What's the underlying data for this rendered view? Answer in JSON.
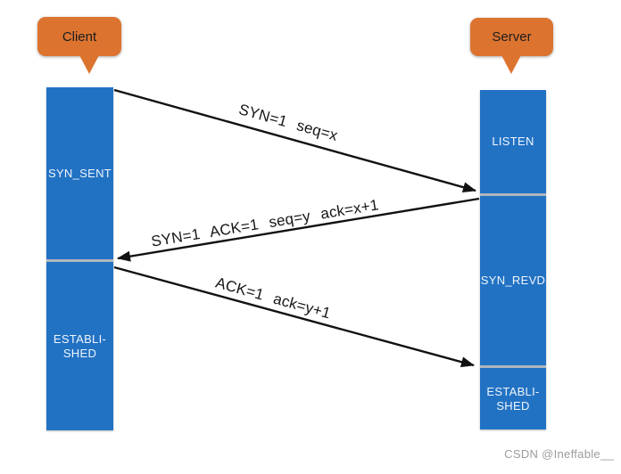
{
  "client": {
    "label": "Client",
    "states": [
      {
        "label": "SYN_SENT"
      },
      {
        "lines": [
          "ESTABLI-",
          "SHED"
        ]
      }
    ]
  },
  "server": {
    "label": "Server",
    "states": [
      {
        "label": "LISTEN"
      },
      {
        "label": "SYN_REVD"
      },
      {
        "lines": [
          "ESTABLI-",
          "SHED"
        ]
      }
    ]
  },
  "messages": [
    {
      "label": "SYN=1 seq=x",
      "from": "client",
      "to": "server"
    },
    {
      "label": "SYN=1 ACK=1 seq=y ack=x+1",
      "from": "server",
      "to": "client"
    },
    {
      "label": "ACK=1 ack=y+1",
      "from": "client",
      "to": "server"
    }
  ],
  "watermark": "CSDN @Ineffable__",
  "colors": {
    "bubble_orange": "#DC7430",
    "bar_blue": "#2272C4",
    "divider_gray": "#AEB6BD",
    "arrow_black": "#111111",
    "watermark_gray": "#9C9C9C"
  }
}
